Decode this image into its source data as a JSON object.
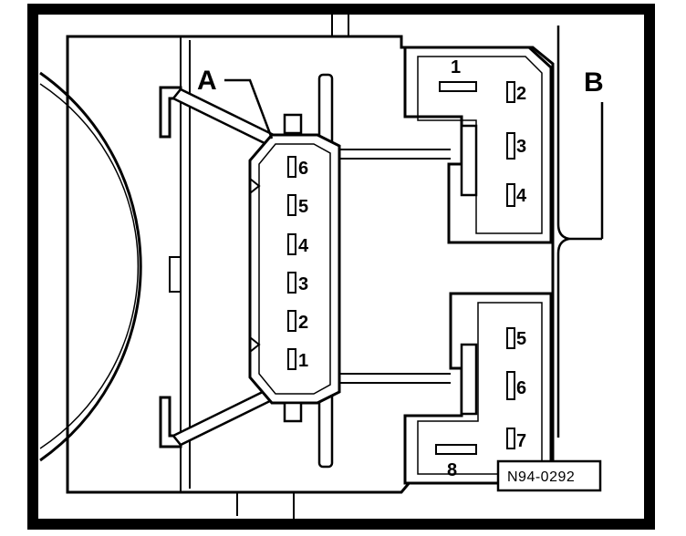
{
  "callouts": {
    "a": "A",
    "b": "B"
  },
  "connector_a_pins": [
    "6",
    "5",
    "4",
    "3",
    "2",
    "1"
  ],
  "connector_b_pins": [
    "1",
    "2",
    "3",
    "4",
    "5",
    "6",
    "7",
    "8"
  ],
  "reference_code": "N94-0292",
  "colors": {
    "line": "#000000",
    "fill": "#ffffff",
    "hatch": "#d9d9d9"
  }
}
